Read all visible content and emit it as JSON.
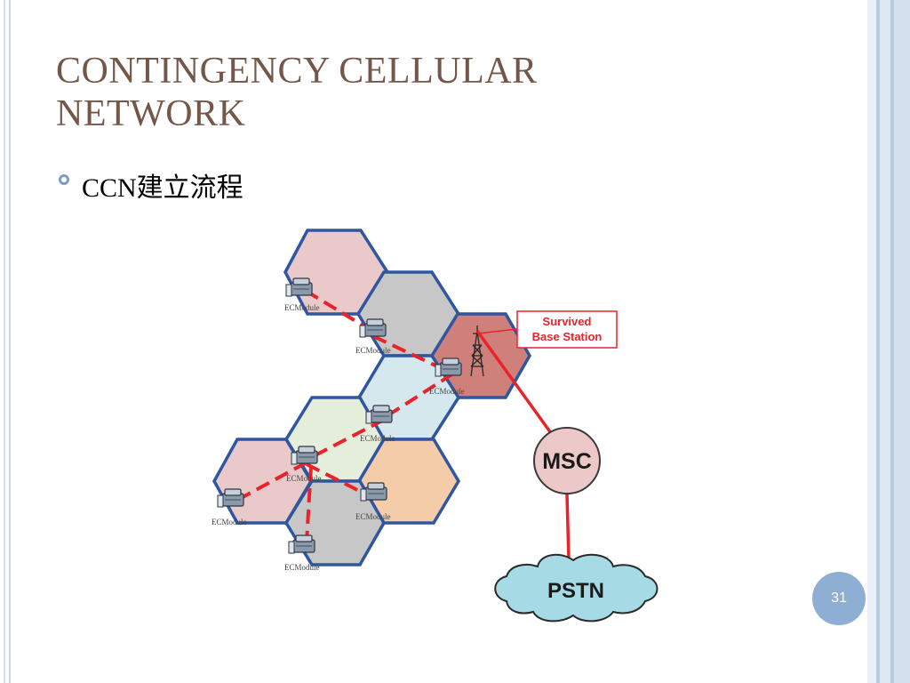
{
  "slide": {
    "title": "CONTINGENCY CELLULAR NETWORK",
    "bullet": "CCN建立流程",
    "page_number": "31"
  },
  "diagram": {
    "module_label": "ECModule",
    "callout_label_line1": "Survived",
    "callout_label_line2": "Base Station",
    "msc_label": "MSC",
    "pstn_label": "PSTN",
    "cells": [
      {
        "name": "cell-top",
        "fill": "#e9c9ca"
      },
      {
        "name": "cell-gray-top",
        "fill": "#c7c7c7"
      },
      {
        "name": "cell-survived",
        "fill": "#d0807b"
      },
      {
        "name": "cell-blue",
        "fill": "#d5e8ee"
      },
      {
        "name": "cell-green",
        "fill": "#e5eedb"
      },
      {
        "name": "cell-pink-left",
        "fill": "#e9c9ca"
      },
      {
        "name": "cell-orange",
        "fill": "#f5ccaa"
      },
      {
        "name": "cell-gray-bottom",
        "fill": "#c7c7c7"
      }
    ],
    "colors": {
      "cell_border": "#2f56a0",
      "link_red": "#e8232a",
      "msc_fill": "#ecc9c8",
      "pstn_fill": "#a6dbe6"
    }
  }
}
